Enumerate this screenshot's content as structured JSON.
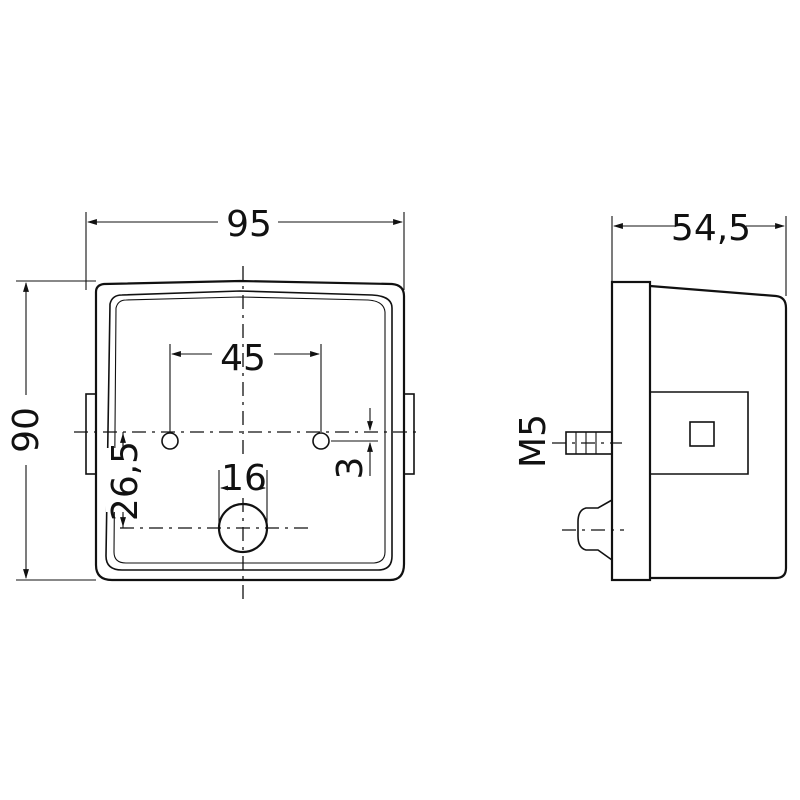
{
  "front_view": {
    "dims": {
      "width": "95",
      "height": "90",
      "hole_spacing": "45",
      "center_offset": "26,5",
      "hole_offset": "3",
      "grommet_diameter": "16"
    }
  },
  "side_view": {
    "dims": {
      "depth": "54,5",
      "thread": "M5"
    }
  },
  "colors": {
    "line": "#111111",
    "background": "#ffffff"
  }
}
